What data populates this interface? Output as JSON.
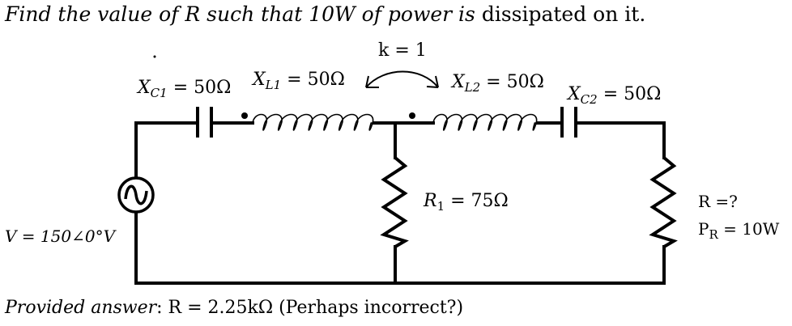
{
  "question": {
    "italic_part": "Find the value of R such that 10W of power is",
    "plain_part": " dissipated on it."
  },
  "circuit": {
    "coupling": "k = 1",
    "xc1": {
      "symbol": "X",
      "sub": "C1",
      "value": " = 50Ω"
    },
    "xl1": {
      "symbol": "X",
      "sub": "L1",
      "value": " = 50Ω"
    },
    "xl2": {
      "symbol": "X",
      "sub": "L2",
      "value": " = 50Ω"
    },
    "xc2": {
      "symbol": "X",
      "sub": "C2",
      "value": " = 50Ω"
    },
    "r1": {
      "symbol": "R",
      "sub": "1",
      "value": " = 75Ω"
    },
    "r_unknown": "R =?",
    "pr": {
      "symbol": "P",
      "sub": "R",
      "value": " =  10W"
    },
    "source": "V = 150∠0°V",
    "source_icon": "ac-source-icon",
    "dot_icon": "polarity-dot-icon"
  },
  "answer": {
    "italic_part": "Provided answer",
    "plain_part": ": R = 2.25kΩ (Perhaps incorrect?)"
  }
}
